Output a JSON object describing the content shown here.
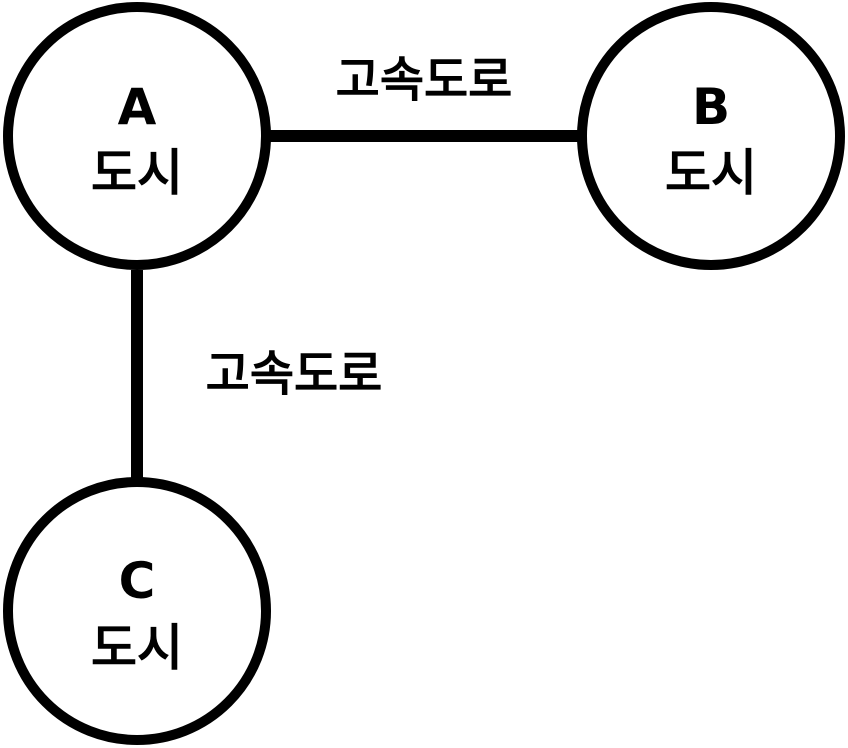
{
  "nodes": {
    "a": {
      "letter": "A",
      "label": "도시"
    },
    "b": {
      "letter": "B",
      "label": "도시"
    },
    "c": {
      "letter": "C",
      "label": "도시"
    }
  },
  "edges": {
    "ab": {
      "label": "고속도로"
    },
    "ac": {
      "label": "고속도로"
    }
  }
}
